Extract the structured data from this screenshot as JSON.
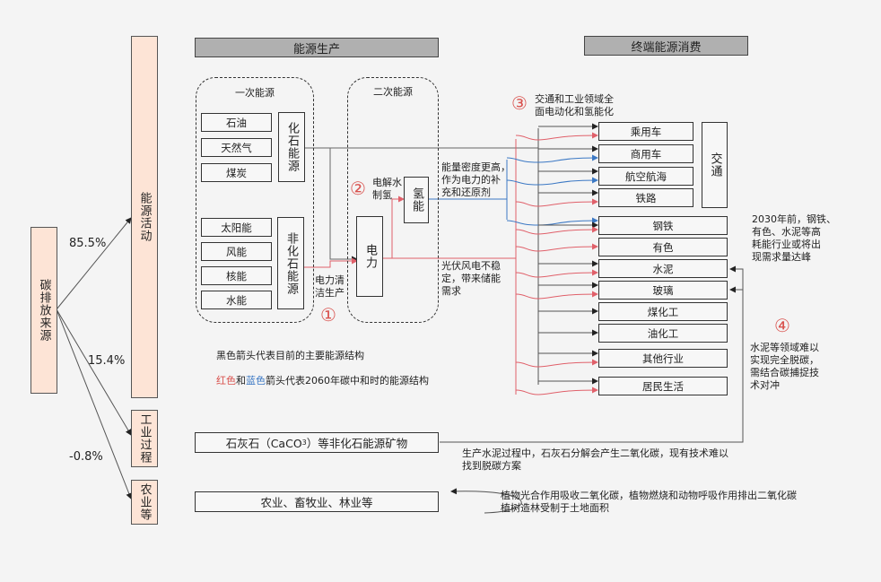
{
  "left": {
    "source": "碳排放来源",
    "categories": [
      {
        "label": "能源活动",
        "share": "85.5%"
      },
      {
        "label": "工业过程",
        "share": "15.4%"
      },
      {
        "label": "农业等",
        "share": "-0.8%"
      }
    ]
  },
  "headers": {
    "production": "能源生产",
    "consumption": "终端能源消费"
  },
  "primary": {
    "title": "一次能源",
    "fossil_group": "化石能源",
    "fossil_items": [
      "石油",
      "天然气",
      "煤炭"
    ],
    "nonfossil_group": "非化石能源",
    "nonfossil_items": [
      "太阳能",
      "风能",
      "核能",
      "水能"
    ]
  },
  "secondary": {
    "title": "二次能源",
    "hydrogen": "氢能",
    "electricity": "电力"
  },
  "annotations": {
    "n1_symbol": "①",
    "n1_text": "电力清\n洁生产",
    "n2_symbol": "②",
    "n2_text": "电解水\n制氢",
    "n3_symbol": "③",
    "n3_text": "交通和工业领域全\n面电动化和氢能化",
    "n4_symbol": "④",
    "n4_text": "水泥等领域难以\n实现完全脱碳，\n需结合碳捕捉技\n术对冲",
    "hydrogen_note": "能量密度更高，\n作为电力的补\n充和还原剂",
    "pv_note": "光伏风电不稳\n定，带来储能\n需求",
    "peak_note": "2030年前，钢铁、\n有色、水泥等高\n耗能行业或将出\n现需求量达峰"
  },
  "legend": {
    "line1": "黑色箭头代表目前的主要能源结构",
    "line2_red": "红色",
    "line2_and": "和",
    "line2_blue": "蓝色",
    "line2_rest": "箭头代表2060年碳中和时的能源结构"
  },
  "consumption": {
    "transport_group": "交通",
    "items": [
      "乘用车",
      "商用车",
      "航空航海",
      "铁路",
      "钢铁",
      "有色",
      "水泥",
      "玻璃",
      "煤化工",
      "油化工",
      "其他行业",
      "居民生活"
    ]
  },
  "industrial": {
    "box": "石灰石（CaCO",
    "box_sub": "3",
    "box_end": "）等非化石能源矿物",
    "note": "生产水泥过程中，石灰石分解会产生二氧化碳，现有技术难以\n找到脱碳方案"
  },
  "agriculture": {
    "box": "农业、畜牧业、林业等",
    "note": "植物光合作用吸收二氧化碳，植物燃烧和动物呼吸作用排出二氧化碳\n植树造林受制于土地面积"
  },
  "colors": {
    "black_arrow": "#333333",
    "red_arrow": "#e0606a",
    "blue_arrow": "#3b78c4",
    "peach": "#fde4d6",
    "header_gray": "#b0b0b0"
  }
}
